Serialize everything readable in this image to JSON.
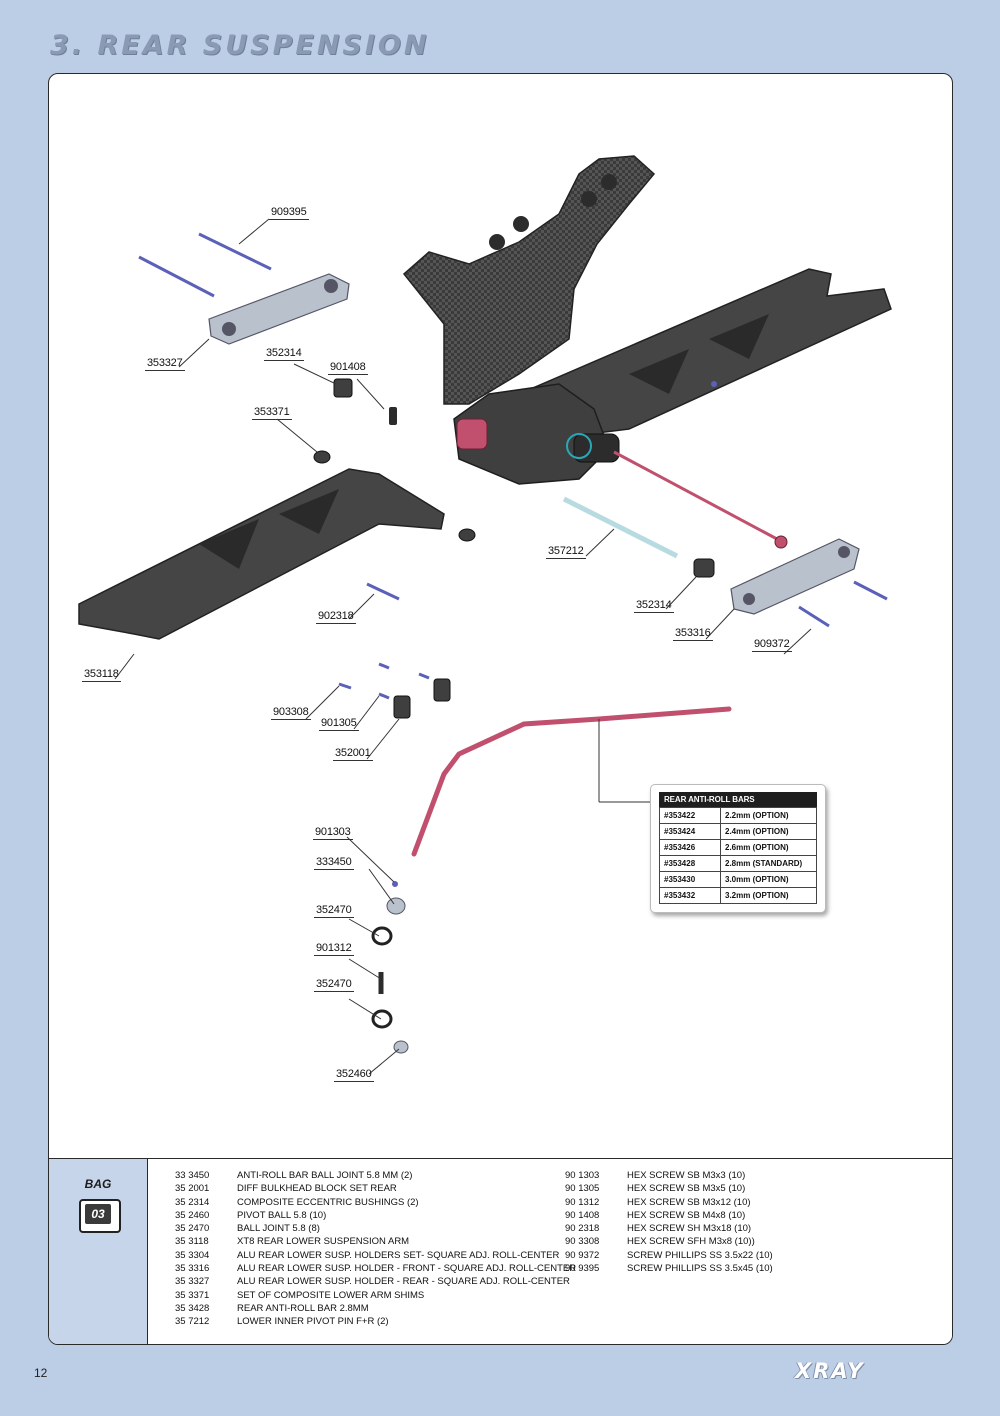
{
  "page_title": "3. REAR SUSPENSION",
  "page_number": "12",
  "brand": "XRAY",
  "colors": {
    "page_bg": "#bccde6",
    "part_dark": "#3f3f3f",
    "alu": "#b9c2cc",
    "pink": "#c0506e",
    "screw": "#5b60b8"
  },
  "callouts": [
    "909395",
    "353327",
    "352314",
    "901408",
    "353371",
    "357212",
    "352314",
    "353316",
    "909372",
    "902318",
    "353118",
    "903308",
    "901305",
    "352001",
    "901303",
    "333450",
    "352470",
    "901312",
    "352470",
    "352460"
  ],
  "anti_roll_table": {
    "header": "REAR ANTI-ROLL BARS",
    "rows": [
      {
        "code": "#353422",
        "size": "2.2mm (OPTION)"
      },
      {
        "code": "#353424",
        "size": "2.4mm (OPTION)"
      },
      {
        "code": "#353426",
        "size": "2.6mm (OPTION)"
      },
      {
        "code": "#353428",
        "size": "2.8mm (STANDARD)"
      },
      {
        "code": "#353430",
        "size": "3.0mm (OPTION)"
      },
      {
        "code": "#353432",
        "size": "3.2mm (OPTION)"
      }
    ]
  },
  "bag": {
    "label": "BAG",
    "number": "03"
  },
  "parts_left": [
    {
      "code": "33 3450",
      "desc": "ANTI-ROLL BAR BALL JOINT 5.8 MM (2)"
    },
    {
      "code": "35 2001",
      "desc": "DIFF BULKHEAD BLOCK SET REAR"
    },
    {
      "code": "35 2314",
      "desc": "COMPOSITE ECCENTRIC BUSHINGS (2)"
    },
    {
      "code": "35 2460",
      "desc": "PIVOT BALL 5.8 (10)"
    },
    {
      "code": "35 2470",
      "desc": "BALL JOINT 5.8 (8)"
    },
    {
      "code": "35 3118",
      "desc": "XT8 REAR LOWER SUSPENSION ARM"
    },
    {
      "code": "35 3304",
      "desc": "ALU REAR LOWER SUSP. HOLDERS SET- SQUARE ADJ. ROLL-CENTER"
    },
    {
      "code": "35 3316",
      "desc": "ALU REAR LOWER SUSP. HOLDER - FRONT - SQUARE ADJ. ROLL-CENTER"
    },
    {
      "code": "35 3327",
      "desc": "ALU REAR LOWER SUSP. HOLDER - REAR - SQUARE ADJ. ROLL-CENTER"
    },
    {
      "code": "35 3371",
      "desc": "SET OF COMPOSITE LOWER ARM SHIMS"
    },
    {
      "code": "35 3428",
      "desc": "REAR ANTI-ROLL BAR 2.8MM"
    },
    {
      "code": "35 7212",
      "desc": "LOWER INNER PIVOT PIN F+R  (2)"
    }
  ],
  "parts_right": [
    {
      "code": "90 1303",
      "desc": "HEX SCREW  SB M3x3  (10)"
    },
    {
      "code": "90 1305",
      "desc": "HEX SCREW  SB M3x5  (10)"
    },
    {
      "code": "90 1312",
      "desc": "HEX SCREW  SB M3x12  (10)"
    },
    {
      "code": "90 1408",
      "desc": "HEX SCREW  SB M4x8  (10)"
    },
    {
      "code": "90 2318",
      "desc": "HEX SCREW  SH M3x18  (10)"
    },
    {
      "code": "90 3308",
      "desc": "HEX SCREW  SFH M3x8  (10))"
    },
    {
      "code": "90 9372",
      "desc": "SCREW PHILLIPS SS 3.5x22  (10)"
    },
    {
      "code": "90 9395",
      "desc": "SCREW PHILLIPS SS 3.5x45  (10)"
    }
  ]
}
